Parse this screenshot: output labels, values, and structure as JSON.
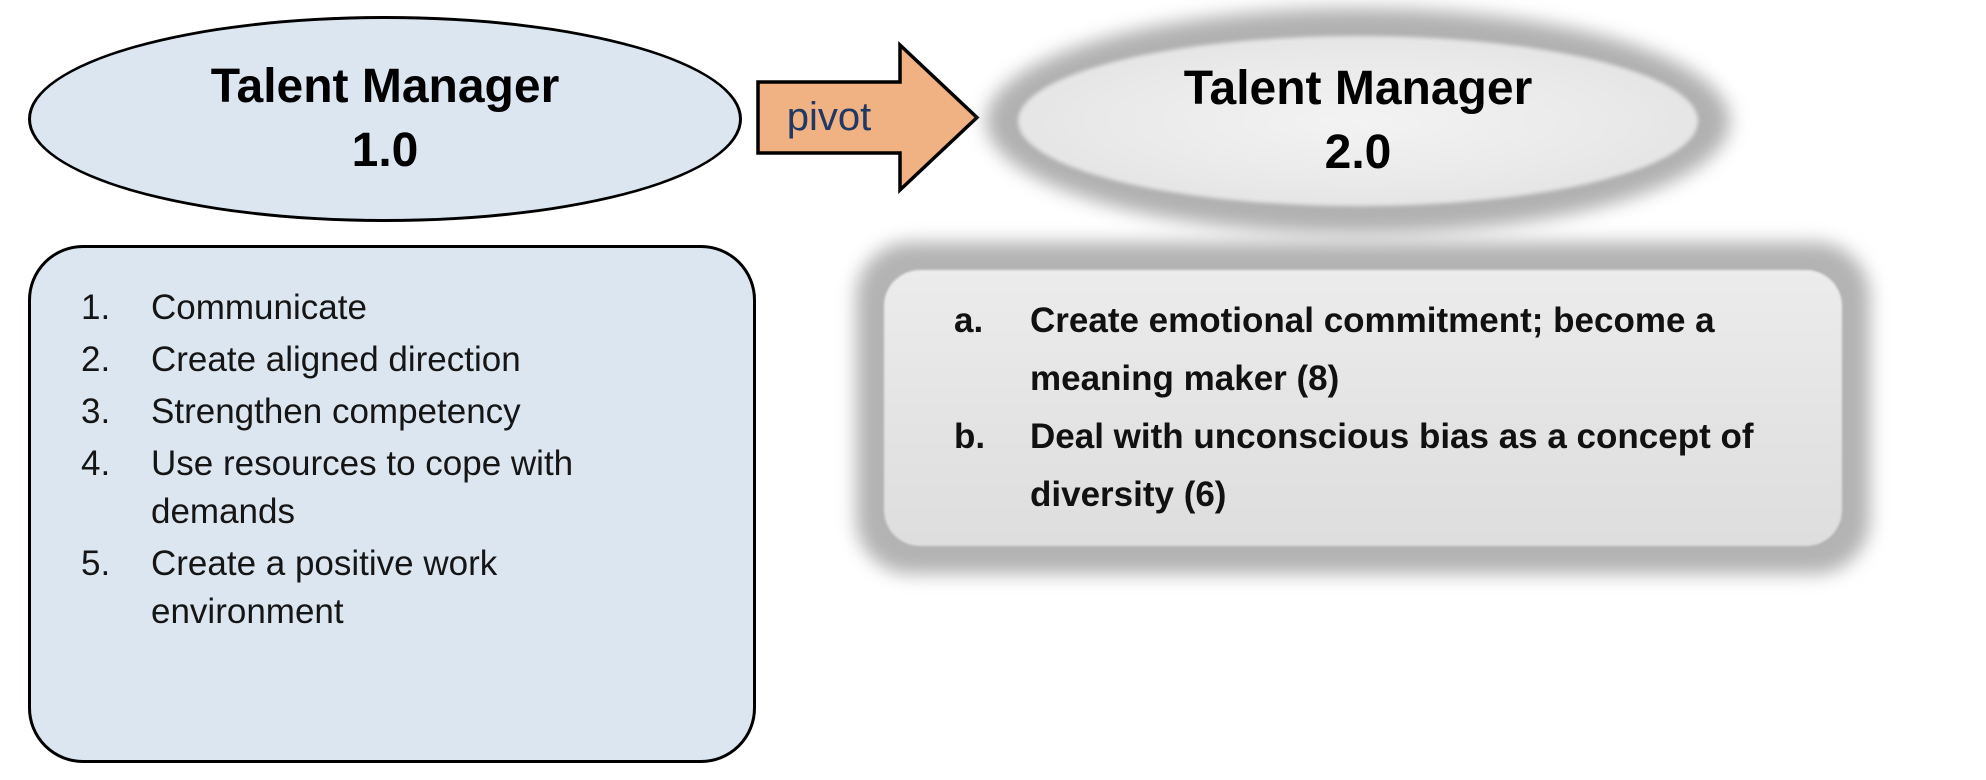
{
  "diagram": {
    "left_ellipse": {
      "line1": "Talent Manager",
      "line2": "1.0",
      "fill": "#dce6f1",
      "stroke": "#000000"
    },
    "arrow": {
      "label": "pivot",
      "fill": "#f0b183",
      "stroke": "#000000",
      "label_color": "#1f3864"
    },
    "right_ellipse": {
      "line1": "Talent Manager",
      "line2": "2.0",
      "fill": "#e9e9e9",
      "ring_color": "#b1b1b1"
    },
    "left_box": {
      "fill": "#dce6f1",
      "stroke": "#000000",
      "items": [
        {
          "marker": "1.",
          "lines": [
            "Communicate"
          ]
        },
        {
          "marker": "2.",
          "lines": [
            "Create aligned direction"
          ]
        },
        {
          "marker": "3.",
          "lines": [
            "Strengthen competency"
          ]
        },
        {
          "marker": "4.",
          "lines": [
            "Use resources to cope with",
            "demands"
          ]
        },
        {
          "marker": "5.",
          "lines": [
            "Create a positive work",
            "environment"
          ]
        }
      ]
    },
    "right_box": {
      "fill": "#e3e3e3",
      "ring_color": "#b3b3b3",
      "items": [
        {
          "marker": "a.",
          "lines": [
            "Create emotional commitment; become a",
            "meaning maker (8)"
          ]
        },
        {
          "marker": "b.",
          "lines": [
            "Deal with unconscious bias as a concept of",
            "diversity (6)"
          ]
        }
      ]
    }
  }
}
